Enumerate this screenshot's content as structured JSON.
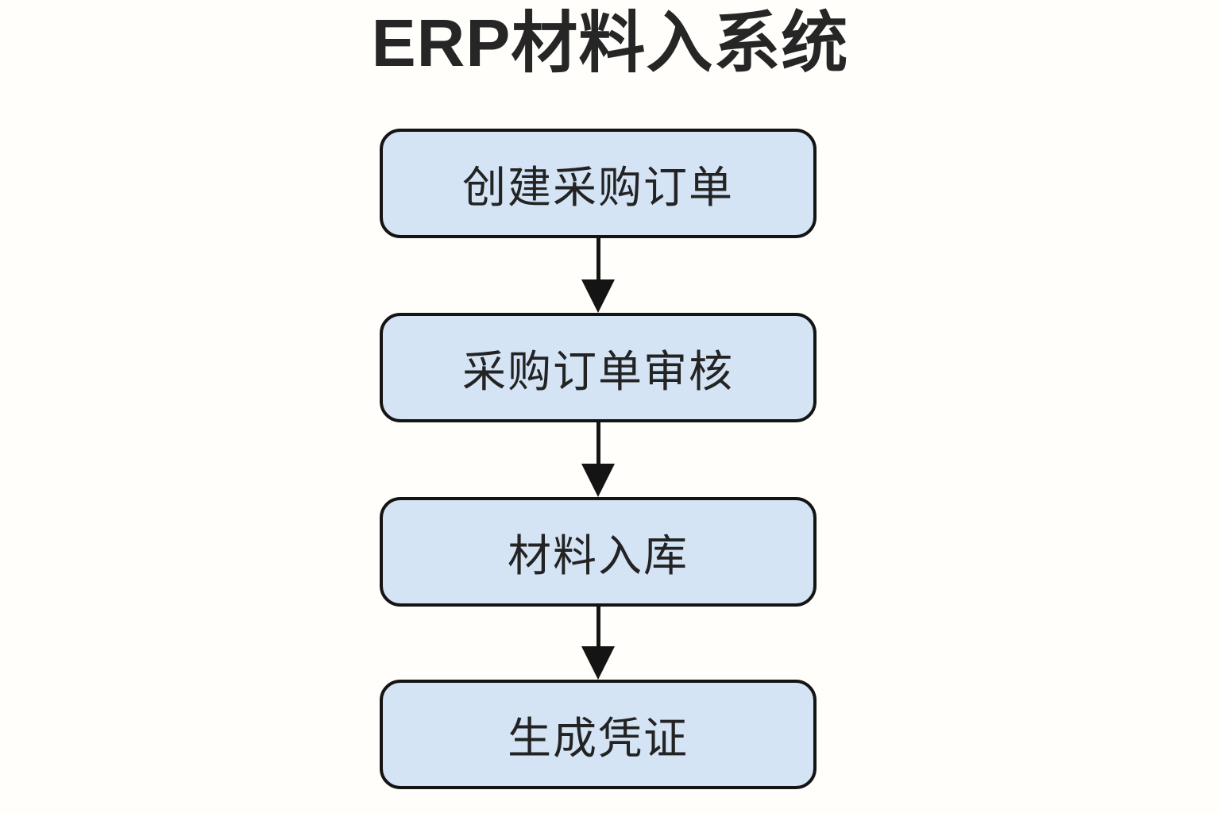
{
  "flowchart": {
    "title": "ERP材料入系统",
    "nodes": [
      {
        "id": "create-purchase-order",
        "label": "创建采购订单"
      },
      {
        "id": "purchase-order-review",
        "label": "采购订单审核"
      },
      {
        "id": "material-warehousing",
        "label": "材料入库"
      },
      {
        "id": "generate-voucher",
        "label": "生成凭证"
      }
    ],
    "connections": [
      {
        "from": "create-purchase-order",
        "to": "purchase-order-review"
      },
      {
        "from": "purchase-order-review",
        "to": "material-warehousing"
      },
      {
        "from": "material-warehousing",
        "to": "generate-voucher"
      }
    ],
    "colors": {
      "node_fill": "#d4e4f5",
      "node_border": "#141414",
      "node_text": "#232323",
      "title_text": "#262626",
      "arrow": "#141414",
      "background": "#fffefb"
    }
  }
}
